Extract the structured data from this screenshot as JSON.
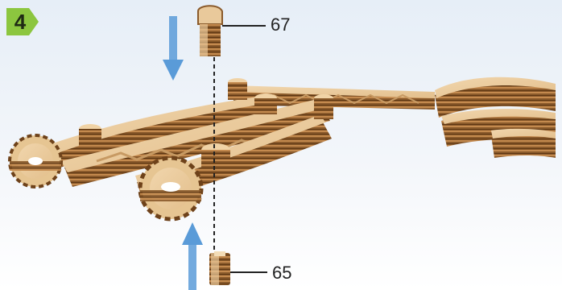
{
  "step": {
    "number": "4"
  },
  "callouts": [
    {
      "label": "67"
    },
    {
      "label": "65"
    }
  ],
  "colors": {
    "badge_green": "#8cc63f",
    "arrow_blue": "#5a9bd8",
    "wood_light": "#e9c99b",
    "wood_dark": "#7a4a22"
  }
}
